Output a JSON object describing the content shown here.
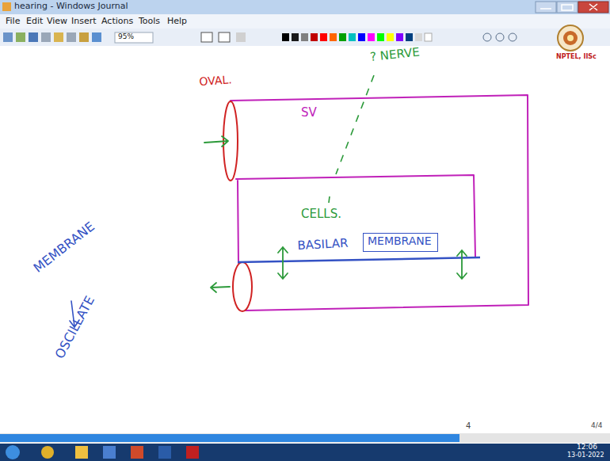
{
  "diagram": {
    "nodes": [
      {
        "text": [
          "MEMBRANE"
        ]
      }
    ],
    "labels": [
      "hearing - Windows Journal",
      "File",
      "Edit",
      "View",
      "Insert",
      "Actions",
      "Tools",
      "Help",
      "95%",
      "NPTEL, IISc",
      "OVAL.",
      "SV",
      "? NERVE",
      "CELLS.",
      "BASILAR",
      "MEMBRANE",
      "OSCILLATE",
      "4",
      "4/4",
      "12:06",
      "13-01-2022"
    ]
  }
}
